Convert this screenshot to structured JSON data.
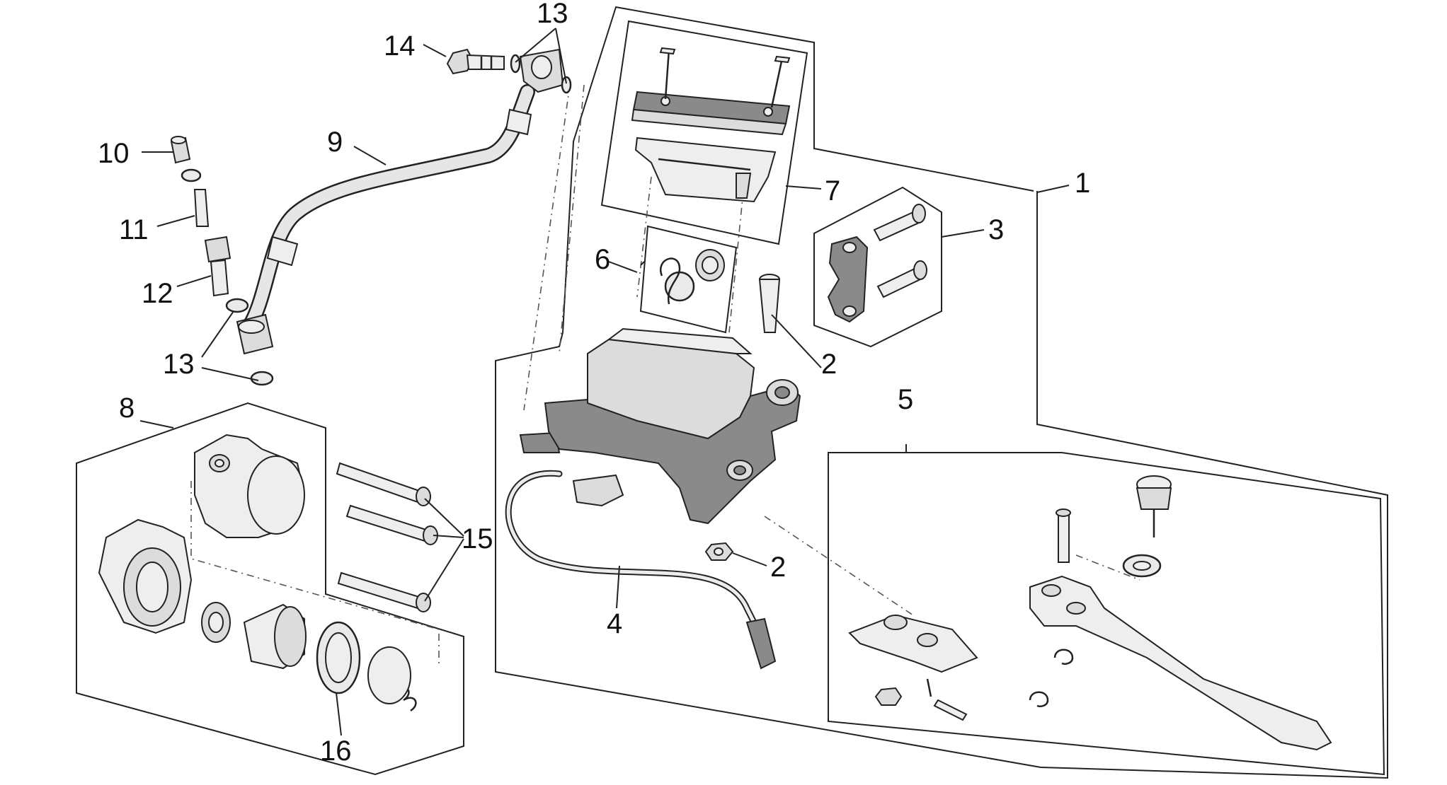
{
  "callouts": {
    "c1": "1",
    "c2a": "2",
    "c2b": "2",
    "c3": "3",
    "c4": "4",
    "c5": "5",
    "c6": "6",
    "c7": "7",
    "c8": "8",
    "c9": "9",
    "c10": "10",
    "c11": "11",
    "c12": "12",
    "c13a": "13",
    "c13b": "13",
    "c14": "14",
    "c15": "15",
    "c16": "16"
  }
}
